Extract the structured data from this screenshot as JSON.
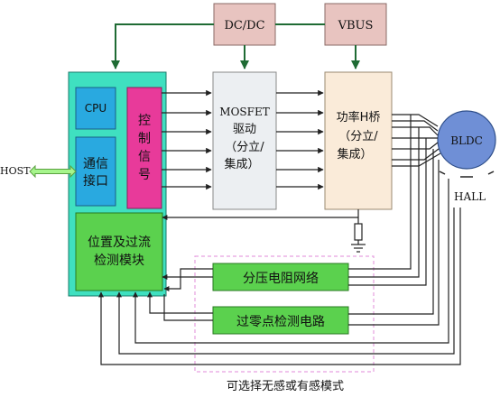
{
  "blocks": {
    "dcdc": "DC/DC",
    "vbus": "VBUS",
    "cpu": "CPU",
    "control_signal": [
      "控",
      "制",
      "信",
      "号"
    ],
    "comm_interface": [
      "通信",
      "接口"
    ],
    "position_overcurrent": [
      "位置及过流",
      "检测模块"
    ],
    "mosfet_driver": [
      "MOSFET",
      "驱动",
      "（分立/",
      "集成）"
    ],
    "power_h_bridge": [
      "功率H桥",
      "（分立/",
      "集成）"
    ],
    "motor": "BLDC",
    "hall": "HALL",
    "host": "HOST",
    "voltage_divider": "分压电阻网络",
    "zero_cross": "过零点检测电路"
  },
  "caption": "可选择无感或有感模式",
  "colors": {
    "mcu_outer": "#3fe0c0",
    "cpu": "#29a9e0",
    "control_signal": "#e83a9a",
    "green_block": "#5bd14e",
    "power_supply": "#e8c4c0",
    "mosfet": "#eceff2",
    "h_bridge": "#faebd9",
    "motor": "#6f8fd6",
    "host_arrow": "#a6f58c",
    "dashed_box": "#e6a0e0"
  }
}
